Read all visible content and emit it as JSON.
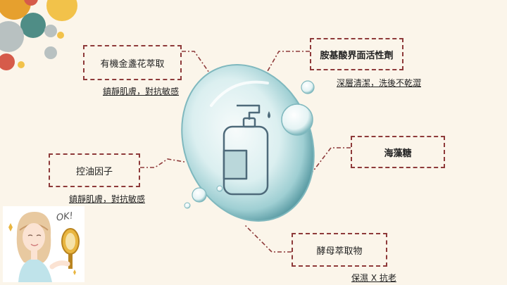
{
  "slide": {
    "ingredients": [
      {
        "name": "有機金盞花萃取",
        "benefit": "鎮靜肌膚，對抗敏感"
      },
      {
        "name": "胺基酸界面活性劑",
        "benefit": "深層清潔，洗後不乾澀"
      },
      {
        "name": "海藻糖",
        "benefit": ""
      },
      {
        "name": "控油因子",
        "benefit": "鎮靜肌膚，對抗敏感"
      },
      {
        "name": "酵母萃取物",
        "benefit": "保濕 X 抗老"
      }
    ],
    "mirror_text": "OK!"
  },
  "colors": {
    "background": "#fbf5ea",
    "accent": "#8e3a3a",
    "bubble": "#a9d6d9",
    "bottle": "#4e6a7a"
  },
  "icons": [
    "pump-bottle-icon",
    "water-drop-icon",
    "decorative-circles",
    "woman-with-mirror-illustration"
  ]
}
